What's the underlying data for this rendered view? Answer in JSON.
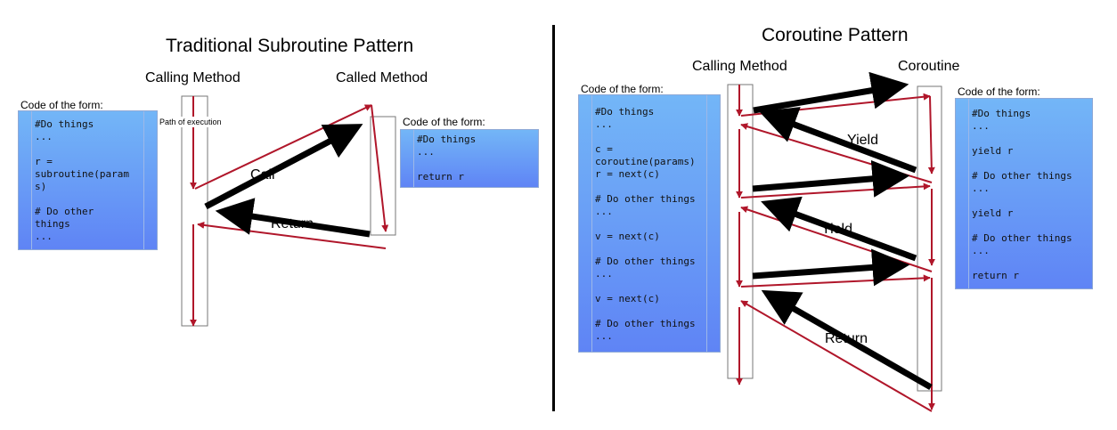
{
  "left": {
    "title": "Traditional Subroutine Pattern",
    "calling_label": "Calling Method",
    "called_label": "Called Method",
    "path_label": "Path of execution",
    "call_label": "Call",
    "return_label": "Return",
    "code_left": {
      "form_label": "Code of the form:",
      "code": "#Do things\n...\n\nr =\nsubroutine(param\ns)\n\n# Do other\nthings\n..."
    },
    "code_right": {
      "form_label": "Code of the form:",
      "code": "#Do things\n...\n\nreturn r"
    }
  },
  "right": {
    "title": "Coroutine Pattern",
    "calling_label": "Calling Method",
    "coroutine_label": "Coroutine",
    "yield1_label": "Yield",
    "yield2_label": "Yield",
    "return_label": "Return",
    "code_left": {
      "form_label": "Code of the form:",
      "code": "#Do things\n...\n\nc =\ncoroutine(params)\nr = next(c)\n\n# Do other things\n...\n\nv = next(c)\n\n# Do other things\n...\n\nv = next(c)\n\n# Do other things\n..."
    },
    "code_right": {
      "form_label": "Code of the form:",
      "code": "#Do things\n...\n\nyield r\n\n# Do other things\n...\n\nyield r\n\n# Do other things\n...\n\nreturn r"
    }
  },
  "colors": {
    "flow_red": "#b0162a",
    "control_black": "#000000",
    "code_top": "#73b6f7",
    "code_bottom": "#5f84f5"
  }
}
